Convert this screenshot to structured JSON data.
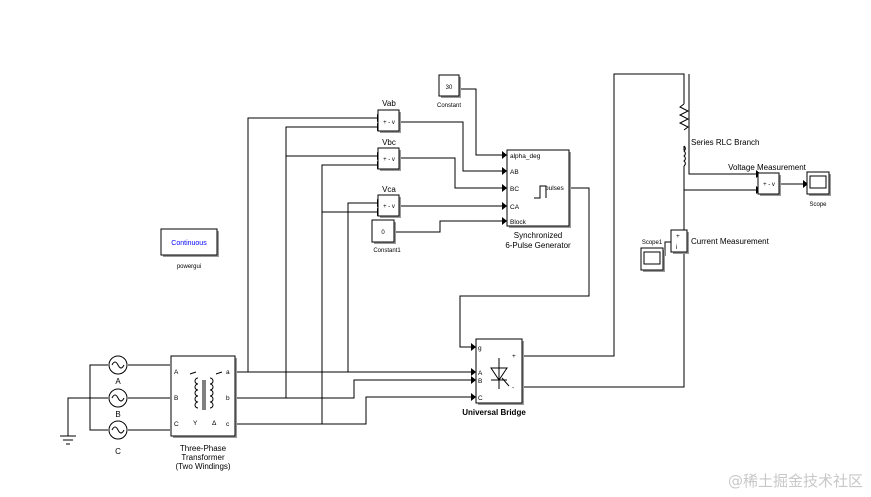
{
  "blocks": {
    "constant": {
      "value": "30",
      "label": "Constant"
    },
    "constant1": {
      "value": "0",
      "label": "Constant1"
    },
    "powergui": {
      "value": "Continuous",
      "label": "powergui"
    },
    "vab": {
      "label": "Vab",
      "text": "+ -  v"
    },
    "vbc": {
      "label": "Vbc",
      "text": "+ -  v"
    },
    "vca": {
      "label": "Vca",
      "text": "+ -  v"
    },
    "generator": {
      "label_line1": "Synchronized",
      "label_line2": "6-Pulse Generator",
      "ports": [
        "alpha_deg",
        "AB",
        "BC",
        "CA",
        "Block"
      ],
      "output": "pulses"
    },
    "transformer": {
      "label_line1": "Three-Phase",
      "label_line2": "Transformer",
      "label_line3": "(Two Windings)",
      "left_ports": [
        "A",
        "B",
        "C"
      ],
      "right_ports": [
        "a",
        "b",
        "c"
      ]
    },
    "sources": [
      "A",
      "B",
      "C"
    ],
    "bridge": {
      "label": "Universal Bridge",
      "ports": [
        "g",
        "A",
        "B",
        "C"
      ],
      "out_plus": "+",
      "out_minus": "-"
    },
    "rlc": {
      "label": "Series RLC Branch"
    },
    "voltage_measurement": {
      "label": "Voltage Measurement",
      "text": "+ -  v"
    },
    "current_measurement": {
      "label": "Current Measurement"
    },
    "scope": {
      "label": "Scope"
    },
    "scope1": {
      "label": "Scope1"
    }
  },
  "watermark": "@稀土掘金技术社区"
}
